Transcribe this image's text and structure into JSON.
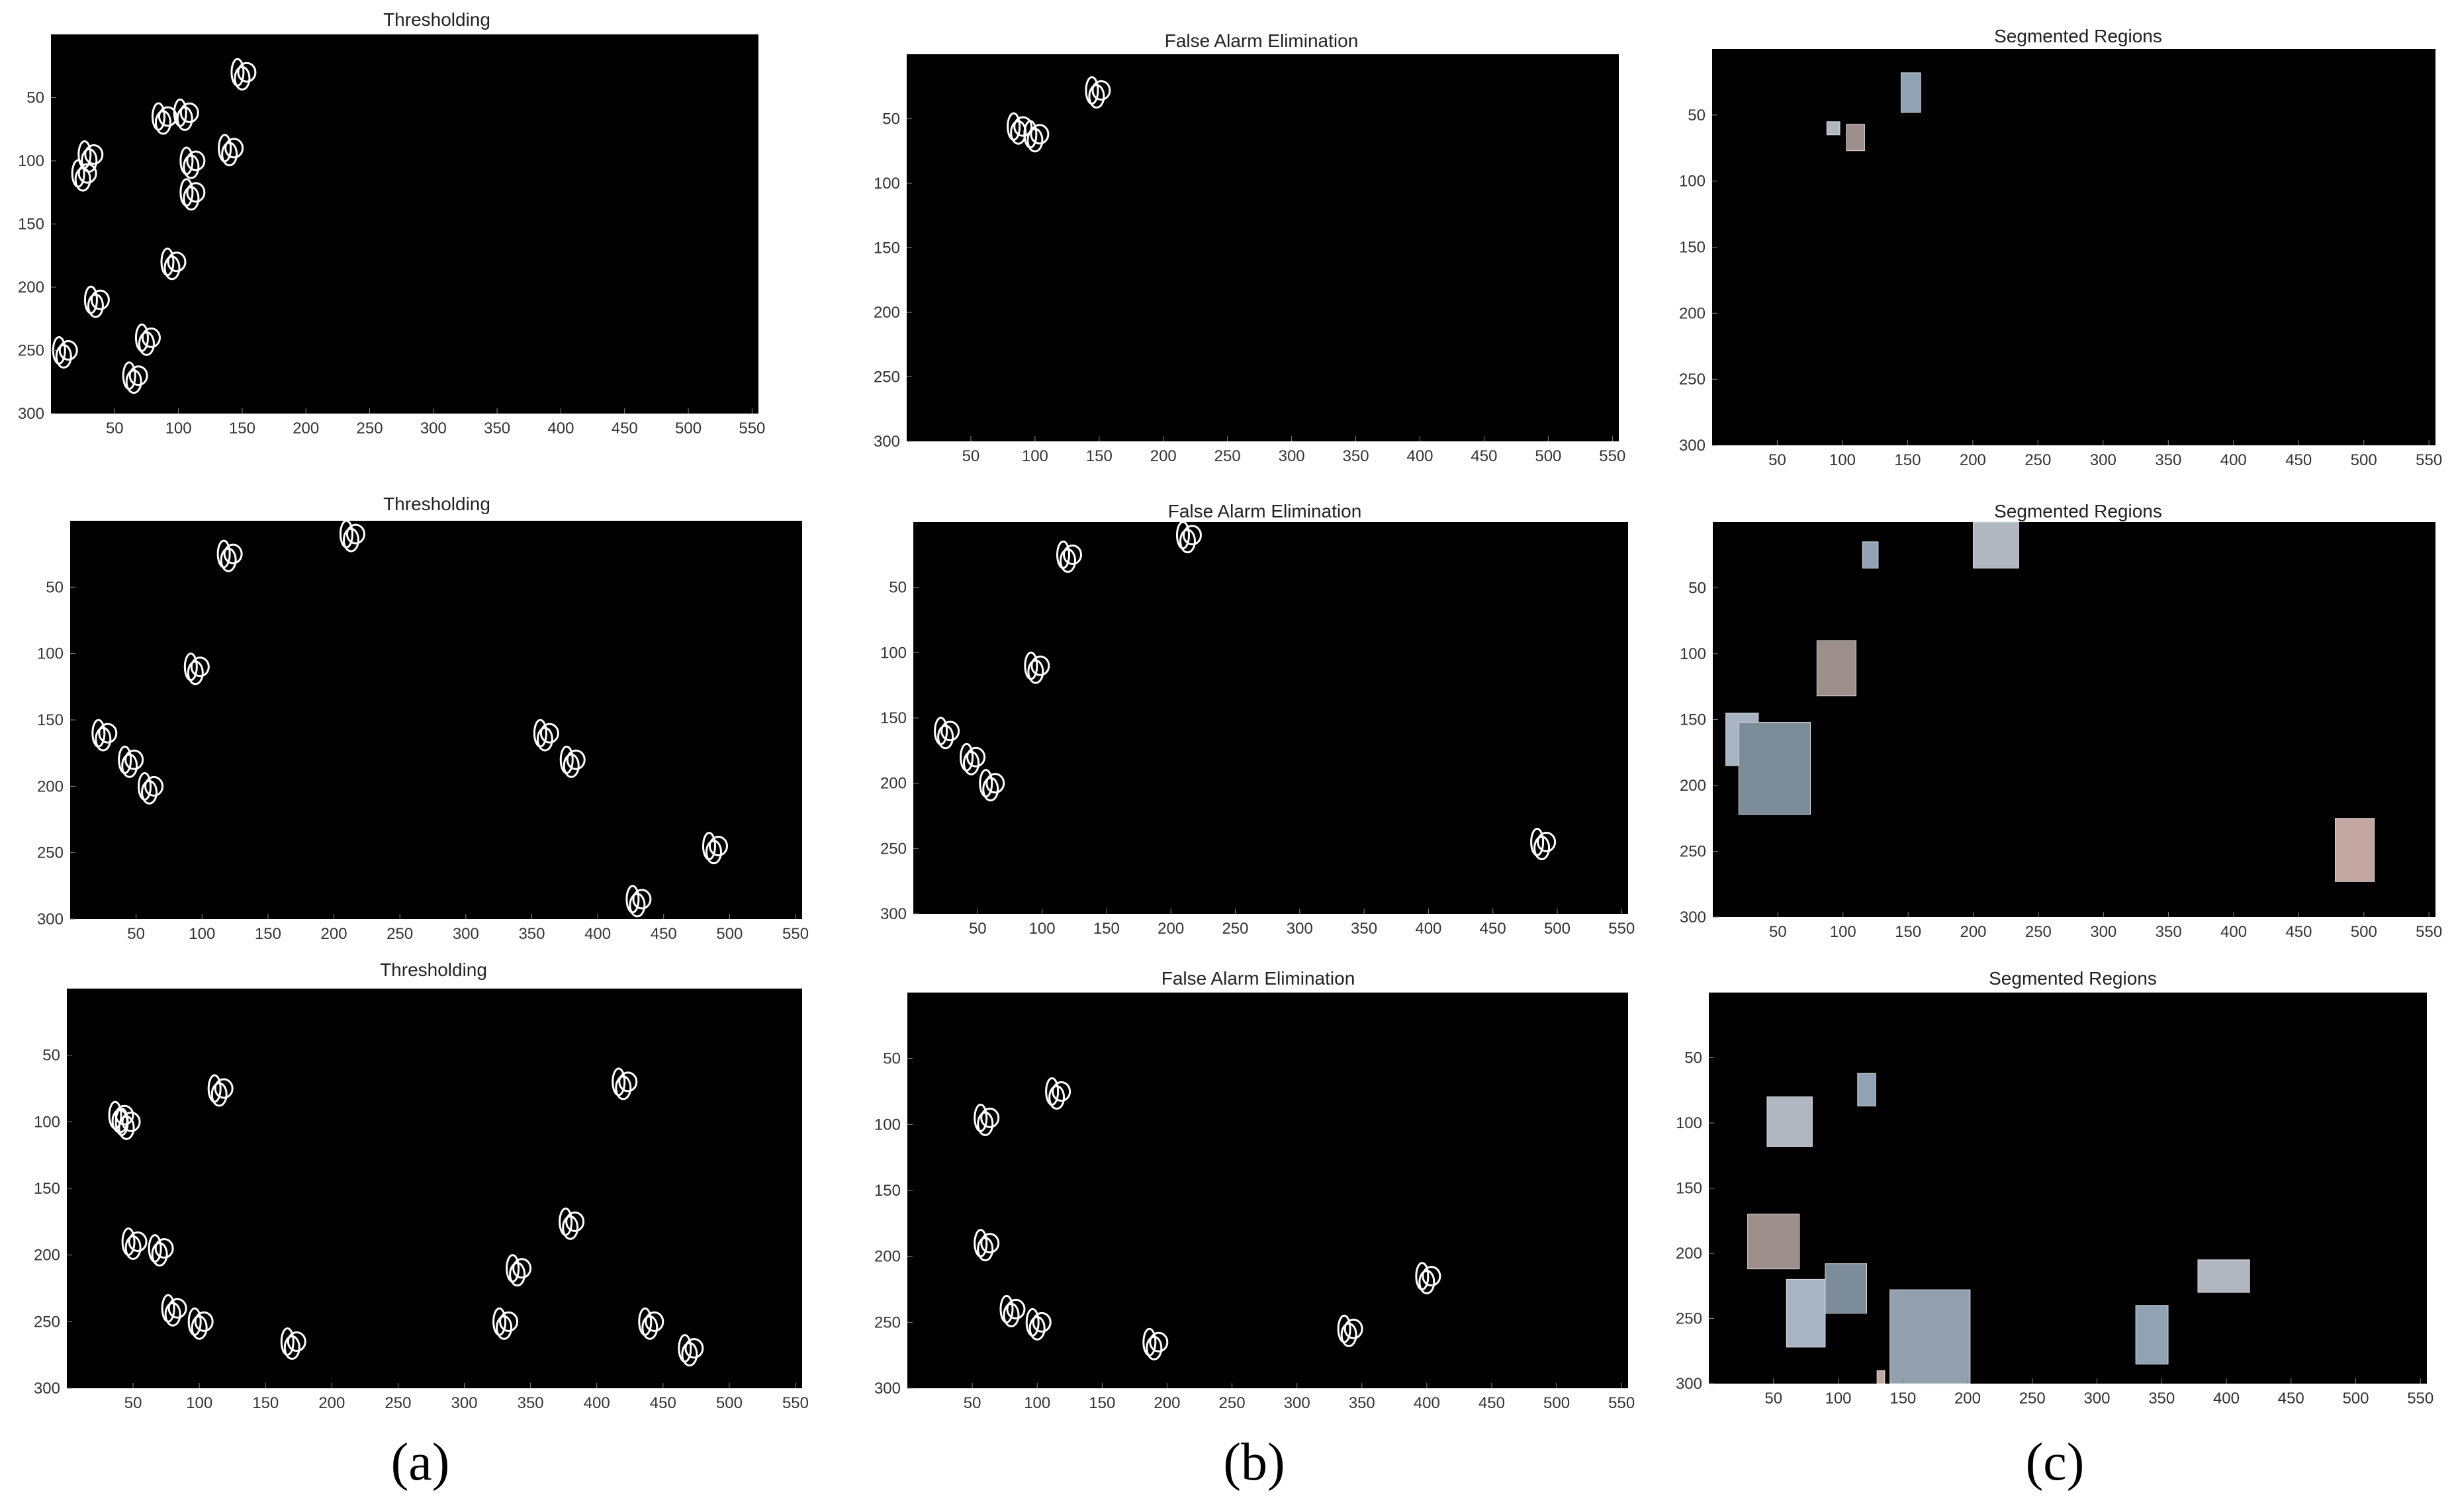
{
  "titles": {
    "thresholding": "Thresholding",
    "false_alarm": "False Alarm Elimination",
    "segmented": "Segmented Regions"
  },
  "captions": {
    "a": "(a)",
    "b": "(b)",
    "c": "(c)"
  },
  "x_ticks": [
    "50",
    "100",
    "150",
    "200",
    "250",
    "300",
    "350",
    "400",
    "450",
    "500",
    "550"
  ],
  "y_ticks": [
    "50",
    "100",
    "150",
    "200",
    "250",
    "300"
  ],
  "colors": {
    "background": "#ffffff",
    "plot": "#000000",
    "foreground": "#ffffff",
    "axis_text": "#333333"
  },
  "panels": [
    {
      "id": "row1-thresholding",
      "row": 1,
      "column": "a",
      "title_key": "thresholding",
      "content": "binary-mask",
      "blobs": [
        [
          150,
          30
        ],
        [
          88,
          65
        ],
        [
          105,
          62
        ],
        [
          25,
          110
        ],
        [
          30,
          95
        ],
        [
          140,
          90
        ],
        [
          110,
          125
        ],
        [
          65,
          270
        ],
        [
          75,
          240
        ],
        [
          95,
          180
        ],
        [
          10,
          250
        ],
        [
          35,
          210
        ],
        [
          110,
          100
        ]
      ]
    },
    {
      "id": "row1-false-alarm",
      "row": 1,
      "column": "b",
      "title_key": "false_alarm",
      "content": "binary-mask",
      "blobs": [
        [
          148,
          28
        ],
        [
          100,
          62
        ],
        [
          87,
          56
        ]
      ]
    },
    {
      "id": "row1-segmented",
      "row": 1,
      "column": "c",
      "title_key": "segmented",
      "content": "image-patches",
      "patches": [
        [
          145,
          18,
          15,
          30
        ],
        [
          88,
          55,
          10,
          10
        ],
        [
          103,
          57,
          14,
          20
        ]
      ]
    },
    {
      "id": "row2-thresholding",
      "row": 2,
      "column": "a",
      "title_key": "thresholding",
      "content": "binary-mask",
      "blobs": [
        [
          120,
          25
        ],
        [
          213,
          10
        ],
        [
          95,
          110
        ],
        [
          25,
          160
        ],
        [
          45,
          180
        ],
        [
          60,
          200
        ],
        [
          488,
          245
        ],
        [
          430,
          285
        ],
        [
          380,
          180
        ],
        [
          360,
          160
        ]
      ]
    },
    {
      "id": "row2-false-alarm",
      "row": 2,
      "column": "b",
      "title_key": "false_alarm",
      "content": "binary-mask",
      "blobs": [
        [
          120,
          25
        ],
        [
          213,
          10
        ],
        [
          95,
          110
        ],
        [
          25,
          160
        ],
        [
          45,
          180
        ],
        [
          60,
          200
        ],
        [
          488,
          245
        ]
      ]
    },
    {
      "id": "row2-segmented",
      "row": 2,
      "column": "c",
      "title_key": "segmented",
      "content": "image-patches",
      "patches": [
        [
          115,
          15,
          12,
          20
        ],
        [
          200,
          0,
          35,
          35
        ],
        [
          80,
          90,
          30,
          42
        ],
        [
          10,
          145,
          25,
          40
        ],
        [
          20,
          152,
          55,
          70
        ],
        [
          478,
          225,
          30,
          48
        ]
      ]
    },
    {
      "id": "row3-thresholding",
      "row": 3,
      "column": "a",
      "title_key": "thresholding",
      "content": "binary-mask",
      "blobs": [
        [
          40,
          95
        ],
        [
          45,
          100
        ],
        [
          115,
          75
        ],
        [
          50,
          190
        ],
        [
          70,
          195
        ],
        [
          80,
          240
        ],
        [
          100,
          250
        ],
        [
          170,
          265
        ],
        [
          330,
          250
        ],
        [
          340,
          210
        ],
        [
          380,
          175
        ],
        [
          420,
          70
        ],
        [
          440,
          250
        ],
        [
          470,
          270
        ]
      ]
    },
    {
      "id": "row3-false-alarm",
      "row": 3,
      "column": "b",
      "title_key": "false_alarm",
      "content": "binary-mask",
      "blobs": [
        [
          60,
          95
        ],
        [
          115,
          75
        ],
        [
          60,
          190
        ],
        [
          80,
          240
        ],
        [
          100,
          250
        ],
        [
          190,
          265
        ],
        [
          340,
          255
        ],
        [
          400,
          215
        ]
      ]
    },
    {
      "id": "row3-segmented",
      "row": 3,
      "column": "c",
      "title_key": "segmented",
      "content": "image-patches",
      "patches": [
        [
          115,
          62,
          14,
          25
        ],
        [
          45,
          80,
          35,
          38
        ],
        [
          30,
          170,
          40,
          42
        ],
        [
          60,
          220,
          30,
          52
        ],
        [
          90,
          208,
          32,
          38
        ],
        [
          130,
          290,
          6,
          10
        ],
        [
          140,
          228,
          62,
          72
        ],
        [
          330,
          240,
          25,
          45
        ],
        [
          378,
          205,
          40,
          25
        ]
      ]
    }
  ]
}
